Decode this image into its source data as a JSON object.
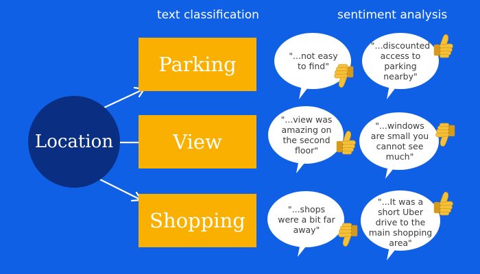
{
  "headers": {
    "text_classification": "text classification",
    "sentiment_analysis": "sentiment analysis"
  },
  "center_node": {
    "label": "Location"
  },
  "categories": [
    {
      "label": "Parking",
      "quotes": [
        {
          "text": "\"...not easy to find\"",
          "sentiment": "negative",
          "thumb_icon": "thumbs-down-icon"
        },
        {
          "text": "\"...discounted access to parking nearby\"",
          "sentiment": "positive",
          "thumb_icon": "thumbs-up-icon"
        }
      ]
    },
    {
      "label": "View",
      "quotes": [
        {
          "text": "\"...view was amazing on the second floor\"",
          "sentiment": "positive",
          "thumb_icon": "thumbs-up-icon"
        },
        {
          "text": "\"...windows are small you cannot see much\"",
          "sentiment": "negative",
          "thumb_icon": "thumbs-down-icon"
        }
      ]
    },
    {
      "label": "Shopping",
      "quotes": [
        {
          "text": "\"...shops were a bit far away\"",
          "sentiment": "negative",
          "thumb_icon": "thumbs-down-icon"
        },
        {
          "text": "\"...It was a short Uber drive to the main shopping area\"",
          "sentiment": "positive",
          "thumb_icon": "thumbs-up-icon"
        }
      ]
    }
  ],
  "colors": {
    "background": "#1060e6",
    "center_circle": "#0a2f82",
    "category_box": "#f9b000",
    "bubble": "#ffffff",
    "thumb": "#f6c13a"
  }
}
